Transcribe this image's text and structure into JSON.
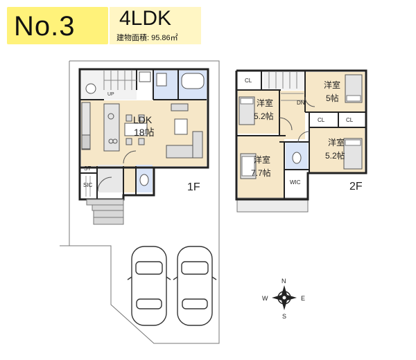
{
  "header": {
    "number": "No.3",
    "layout_type": "4LDK",
    "floor_area": "建物面積: 95.86㎡",
    "accent_color": "#fff27a"
  },
  "floor1": {
    "label": "1F",
    "rooms": {
      "ldk": "LDK",
      "ldk_size": "18帖",
      "st": "ST",
      "sic": "SIC",
      "up": "UP"
    }
  },
  "floor2": {
    "label": "2F",
    "rooms": {
      "room_a": "洋室",
      "room_a_size": "5.2帖",
      "room_b": "洋室",
      "room_b_size": "5帖",
      "room_c": "洋室",
      "room_c_size": "5.2帖",
      "room_d": "洋室",
      "room_d_size": "7.7帖",
      "cl1": "CL",
      "cl2": "CL",
      "cl3": "CL",
      "dn": "DN",
      "wic": "WIC"
    }
  },
  "compass": {
    "n": "N",
    "s": "S",
    "e": "E",
    "w": "W"
  },
  "colors": {
    "wall": "#222222",
    "floor_wood": "#f6e7c8",
    "wet_area": "#d9e4f7",
    "fixture": "#b9b9b9"
  }
}
